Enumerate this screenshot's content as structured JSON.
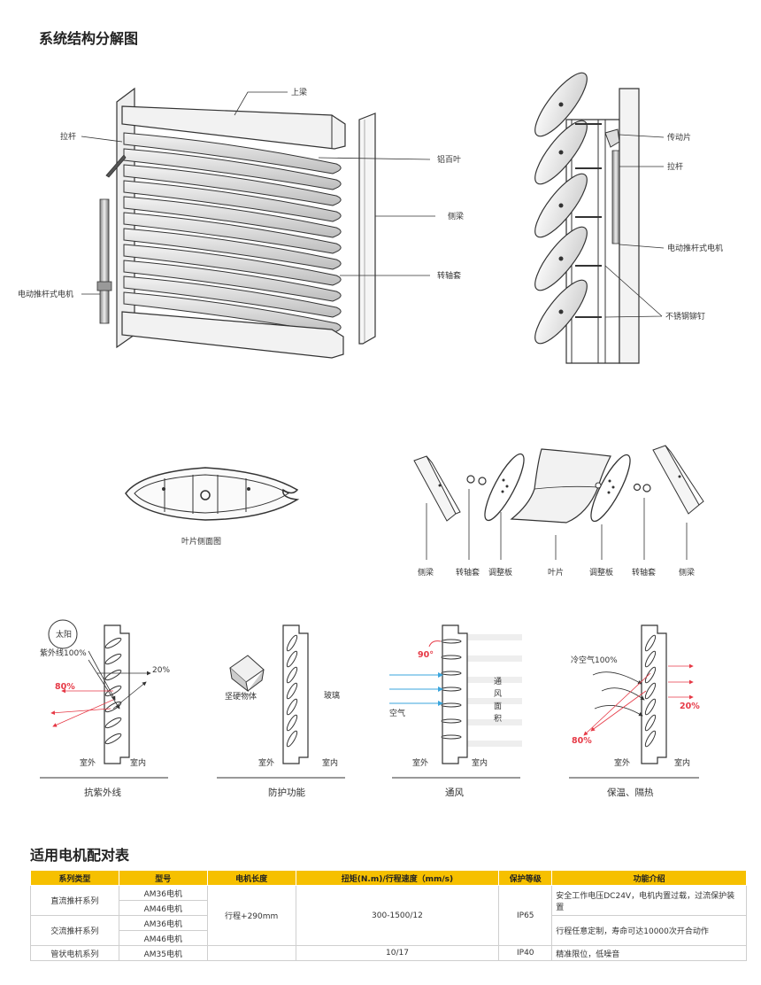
{
  "section1_title": "系统结构分解图",
  "front_view_labels": {
    "top_beam": "上梁",
    "pull_rod": "拉杆",
    "aluminum_blade": "铝百叶",
    "side_beam": "侧梁",
    "motor": "电动推杆式电机",
    "shaft_sleeve": "转轴套"
  },
  "side_view_labels": {
    "transmission": "传动片",
    "pull_rod": "拉杆",
    "motor": "电动推杆式电机",
    "rivet": "不锈钢铆钉"
  },
  "blade_section_caption": "叶片侧面图",
  "exploded_labels": [
    "侧梁",
    "转轴套",
    "调整板",
    "叶片",
    "调整板",
    "转轴套",
    "侧梁"
  ],
  "functions": [
    {
      "caption": "抗紫外线",
      "sun": "太阳",
      "uv": "紫外线100%",
      "pct_pass": "20%",
      "pct_block": "80%",
      "out": "室外",
      "in": "室内"
    },
    {
      "caption": "防护功能",
      "object": "坚硬物体",
      "glass": "玻璃",
      "out": "室外",
      "in": "室内"
    },
    {
      "caption": "通风",
      "angle": "90°",
      "air": "空气",
      "area_chars": [
        "通",
        "风",
        "面",
        "积"
      ],
      "out": "室外",
      "in": "室内"
    },
    {
      "caption": "保温、隔热",
      "cold": "冷空气100%",
      "pct_pass": "20%",
      "pct_block": "80%",
      "out": "室外",
      "in": "室内"
    }
  ],
  "section2_title": "适用电机配对表",
  "table": {
    "headers": [
      "系列类型",
      "型号",
      "电机长度",
      "扭矩(N.m)/行程速度（mm/s)",
      "保护等级",
      "功能介绍"
    ],
    "series": [
      "直流推杆系列",
      "交流推杆系列",
      "管状电机系列"
    ],
    "models": [
      "AM36电机",
      "AM46电机",
      "AM36电机",
      "AM46电机",
      "AM35电机"
    ],
    "length": "行程+290mm",
    "torque_main": "300-1500/12",
    "torque_tube": "10/17",
    "protect_main": "IP65",
    "protect_tube": "IP40",
    "func_dc": "安全工作电压DC24V，电机内置过载，过流保护装置",
    "func_ac": "行程任意定制，寿命可达10000次开合动作",
    "func_tube": "精准限位，低噪音"
  },
  "colors": {
    "accent_yellow": "#f6c000",
    "red_arrow": "#e63946",
    "blue_arrow": "#3aa6dd"
  }
}
